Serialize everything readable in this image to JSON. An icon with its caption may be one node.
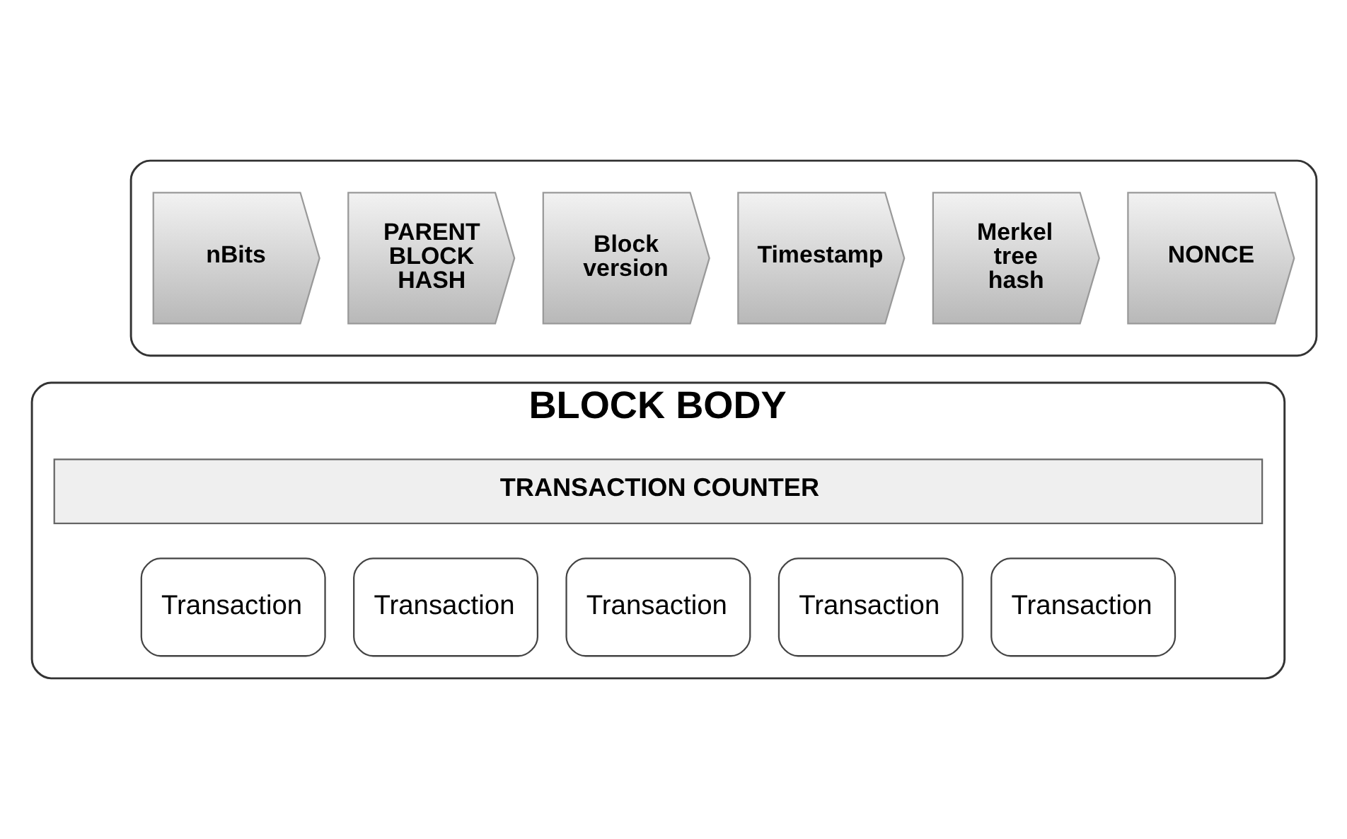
{
  "diagram": {
    "nodes": [
      {
        "text": [],
        "shape": "box"
      },
      {
        "text": [
          "nBits"
        ],
        "in": 0
      },
      {
        "text": [
          "PARENT BLOCK HASH"
        ],
        "in": 0
      },
      {
        "text": [
          "Block version"
        ],
        "in": 0
      },
      {
        "text": [
          "Timestamp"
        ],
        "in": 0
      },
      {
        "text": [
          "Merkel tree hash"
        ],
        "in": 0
      },
      {
        "text": [
          "NONCE"
        ],
        "in": 0
      },
      {
        "text": [
          "BLOCK BODY"
        ]
      },
      {
        "text": [
          "TRANSACTION COUNTER"
        ],
        "in": 7
      },
      {
        "text": [
          "Transaction"
        ],
        "in": 7
      },
      {
        "text": [
          "Transaction"
        ],
        "in": 7
      },
      {
        "text": [
          "Transaction"
        ],
        "in": 7
      },
      {
        "text": [
          "Transaction"
        ],
        "in": 7
      },
      {
        "text": [
          "Transaction"
        ],
        "in": 7
      }
    ]
  }
}
